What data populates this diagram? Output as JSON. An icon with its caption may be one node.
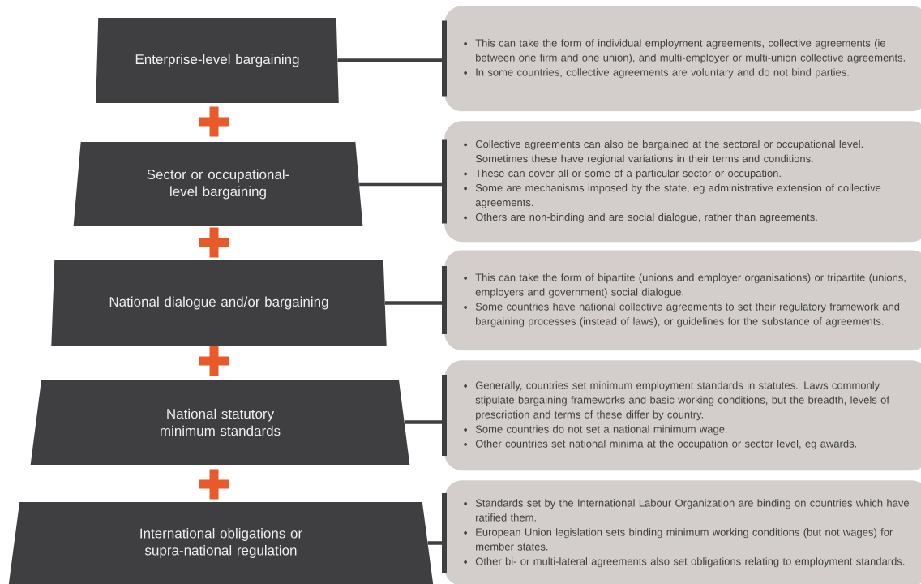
{
  "diagram": {
    "nodes": [
      {
        "text": [
          "Enterprise-level bargaining"
        ]
      },
      {
        "text": [
          "This can take the form of individual employment agreements, collective agreements (ie between one firm and one union), and multi-employer or multi-union collective agreements.",
          "In some countries, collective agreements are voluntary and do not bind parties."
        ]
      },
      {
        "text": [
          "Sector or occupational-level bargaining"
        ]
      },
      {
        "text": [
          "Collective agreements can also be bargained at the sectoral or occupational level. Sometimes these have regional variations in their terms and conditions.",
          "These can cover all or some of a particular sector or occupation.",
          "Some are mechanisms imposed by the state, eg administrative extension of collective agreements.",
          "Others are non-binding and are social dialogue, rather than agreements."
        ]
      },
      {
        "text": [
          "National dialogue and/or bargaining"
        ]
      },
      {
        "text": [
          "This can take the form of bipartite (unions and employer organisations) or tripartite (unions, employers and government) social dialogue.",
          "Some countries have national collective agreements to set their regulatory framework and bargaining processes (instead of laws), or guidelines for the substance of agreements."
        ]
      },
      {
        "text": [
          "National statutory minimum standards"
        ]
      },
      {
        "text": [
          "Generally, countries set minimum employment standards in statutes. Laws commonly stipulate bargaining frameworks and basic working conditions,  but the breadth, levels of prescription and terms of these differ by country.",
          "Some countries do not set a national minimum wage.",
          "Other countries set national minima at the occupation or sector level, eg awards."
        ]
      },
      {
        "text": [
          "International obligations or supra-national regulation"
        ]
      },
      {
        "text": [
          "Standards set by the International Labour Organization are binding on countries which have ratified them.",
          "European Union legislation sets binding minimum working conditions (but not wages) for member states.",
          "Other bi- or multi-lateral agreements also set obligations relating to employment standards."
        ]
      }
    ],
    "edges": [
      {
        "from": 0,
        "to": 1,
        "arrow": "none"
      },
      {
        "from": 2,
        "to": 3,
        "arrow": "none"
      },
      {
        "from": 4,
        "to": 5,
        "arrow": "none"
      },
      {
        "from": 6,
        "to": 7,
        "arrow": "none"
      },
      {
        "from": 8,
        "to": 9,
        "arrow": "none"
      }
    ]
  }
}
